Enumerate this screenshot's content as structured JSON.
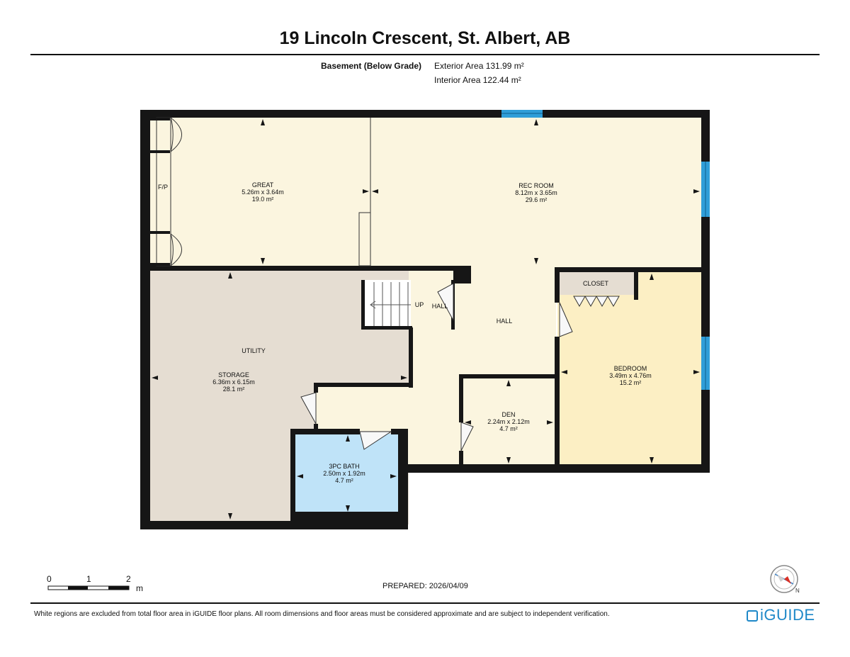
{
  "title": "19 Lincoln Crescent, St. Albert, AB",
  "floor": {
    "label": "Basement (Below Grade)",
    "exterior_area": "Exterior Area 131.99 m²",
    "interior_area": "Interior Area 122.44 m²"
  },
  "rooms": {
    "great": {
      "name": "GREAT",
      "dims": "5.26m x 3.64m",
      "area": "19.0 m²"
    },
    "rec": {
      "name": "REC ROOM",
      "dims": "8.12m x 3.65m",
      "area": "29.6 m²"
    },
    "utility": {
      "name": "UTILITY"
    },
    "storage": {
      "name": "STORAGE",
      "dims": "6.36m x 6.15m",
      "area": "28.1 m²"
    },
    "hall": {
      "name": "HALL"
    },
    "hall_small": {
      "name": "HALL"
    },
    "up": {
      "name": "UP"
    },
    "closet": {
      "name": "CLOSET"
    },
    "bedroom": {
      "name": "BEDROOM",
      "dims": "3.49m x 4.76m",
      "area": "15.2 m²"
    },
    "den": {
      "name": "DEN",
      "dims": "2.24m x 2.12m",
      "area": "4.7 m²"
    },
    "bath": {
      "name": "3PC BATH",
      "dims": "2.50m x 1.92m",
      "area": "4.7 m²"
    },
    "fp": {
      "name": "F/P"
    }
  },
  "scale": {
    "labels": [
      "0",
      "1",
      "2"
    ],
    "unit": "m"
  },
  "prepared": "PREPARED: 2026/04/09",
  "disclaimer": "White regions are excluded from total floor area in iGUIDE floor plans. All room dimensions and floor areas must be considered approximate and are subject to independent verification.",
  "brand": "iGUIDE",
  "colors": {
    "beige": "#fbf5df",
    "utility": "#e5ddd2",
    "bedroom": "#fcefc4",
    "bath": "#bfe3f8",
    "closet": "#e5ddd2",
    "window": "#2f9ed8",
    "brand": "#1e88c8"
  }
}
